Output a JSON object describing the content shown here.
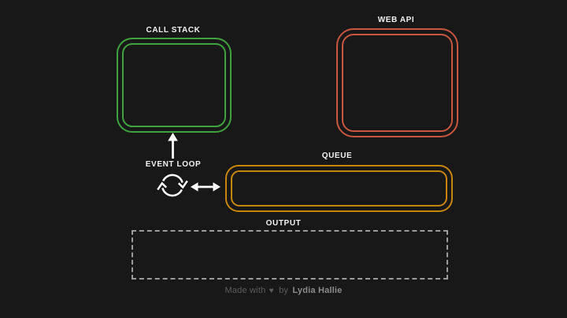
{
  "canvas": {
    "background": "#181818",
    "label_color": "#f2f2f2"
  },
  "panels": {
    "call_stack": {
      "label": "CALL STACK",
      "border_color": "#41a33f"
    },
    "web_api": {
      "label": "WEB API",
      "border_color": "#c9563f"
    },
    "queue": {
      "label": "QUEUE",
      "border_color": "#c8860d"
    },
    "output": {
      "label": "OUTPUT",
      "border_color": "#9c9c9c"
    }
  },
  "event_loop": {
    "label": "EVENT LOOP",
    "icon": "refresh-cycle-icon",
    "arrow_color": "#ffffff",
    "arrows": [
      "up-arrow-to-call-stack",
      "double-arrow-to-queue"
    ]
  },
  "footer": {
    "made_with": "Made with",
    "heart_icon": "♥",
    "by": "by",
    "author": "Lydia Hallie",
    "text_color": "#5d5d5d",
    "author_color": "#8c8c8c"
  }
}
